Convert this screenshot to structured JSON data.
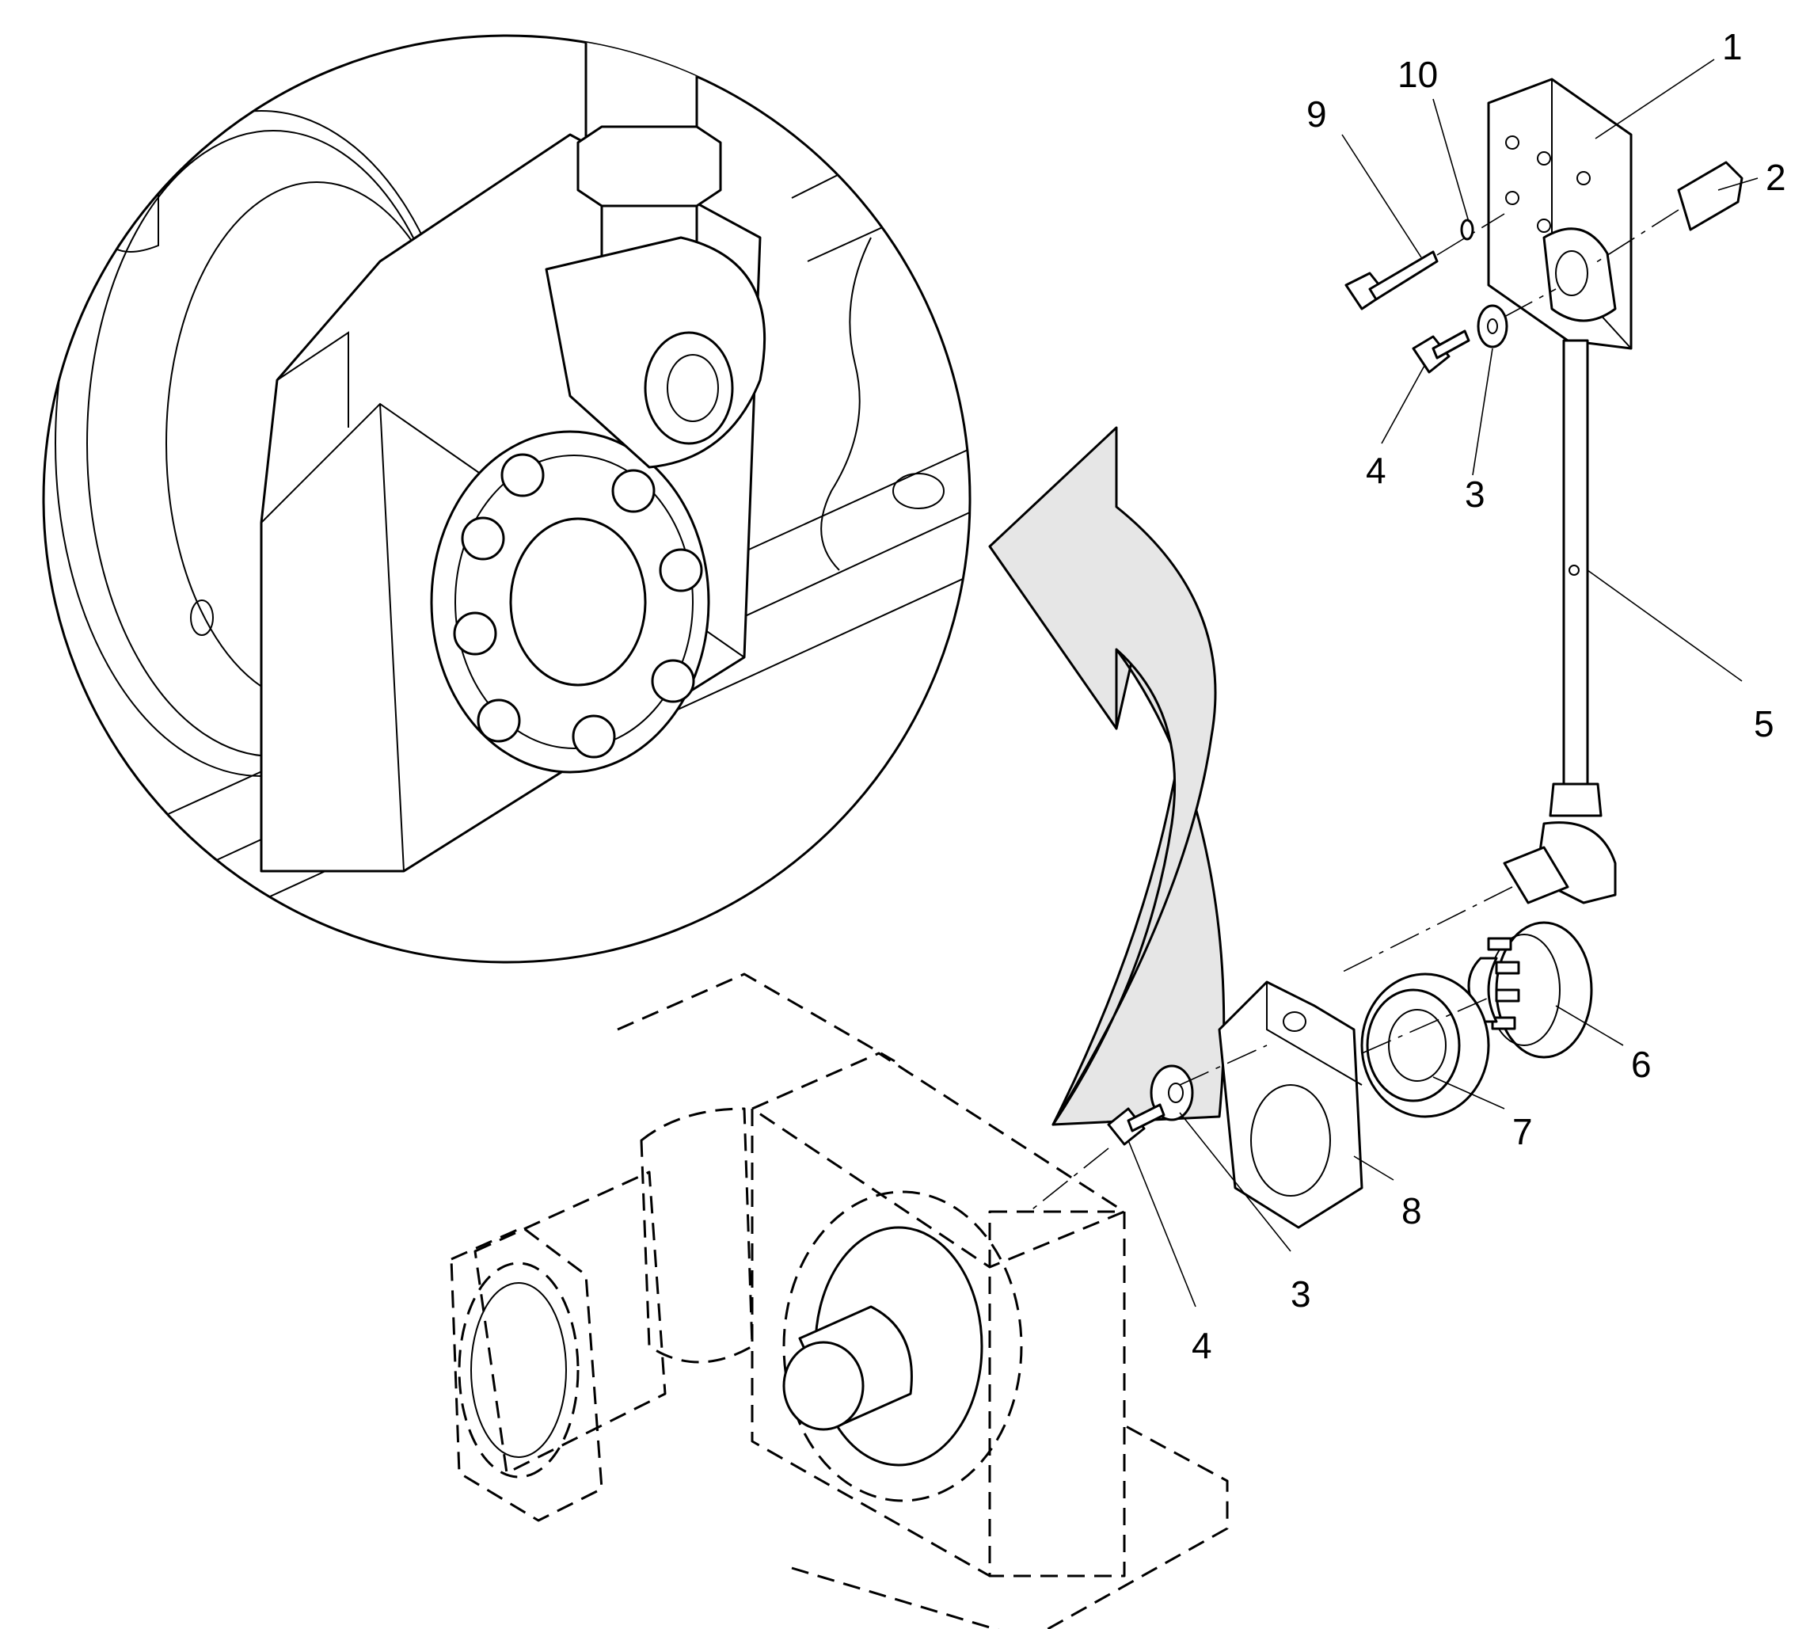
{
  "callouts": {
    "c1": "1",
    "c2": "2",
    "c3_top": "3",
    "c4_top": "4",
    "c5": "5",
    "c6": "6",
    "c7": "7",
    "c8": "8",
    "c9": "9",
    "c10": "10",
    "c3_bottom": "3",
    "c4_bottom": "4"
  },
  "colors": {
    "line": "#000000",
    "arrow_fill": "#e6e6e6",
    "background": "#ffffff"
  }
}
